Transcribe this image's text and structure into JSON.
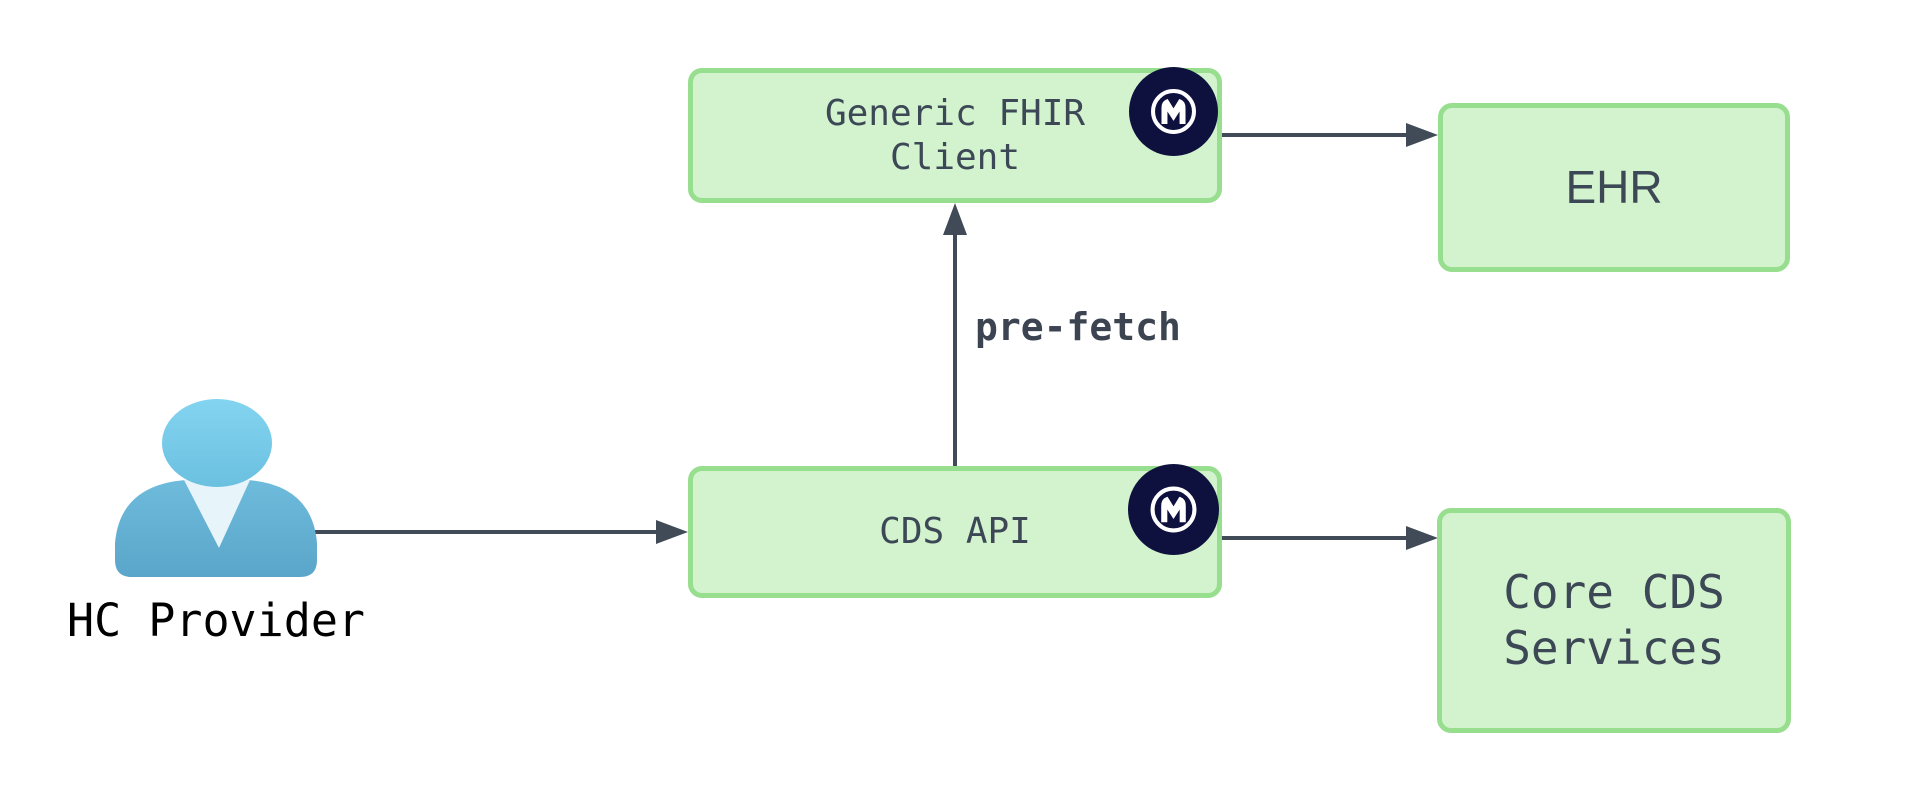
{
  "diagram": {
    "background": "#ffffff",
    "nodes": {
      "generic_fhir_client": {
        "label": "Generic FHIR\nClient",
        "has_mulesoft_badge": true
      },
      "cds_api": {
        "label": "CDS API",
        "has_mulesoft_badge": true
      },
      "ehr": {
        "label": "EHR",
        "has_mulesoft_badge": false
      },
      "core_cds_services": {
        "label": "Core CDS\nServices",
        "has_mulesoft_badge": false
      }
    },
    "actor": {
      "label": "HC Provider",
      "icon": "person-icon"
    },
    "edges": [
      {
        "from": "hc-provider",
        "to": "cds-api",
        "label": ""
      },
      {
        "from": "cds-api",
        "to": "generic-fhir-client",
        "label": "pre-fetch"
      },
      {
        "from": "generic-fhir-client",
        "to": "ehr",
        "label": ""
      },
      {
        "from": "cds-api",
        "to": "core-cds-services",
        "label": ""
      }
    ],
    "badge": {
      "icon": "mulesoft-logo-icon",
      "letter": "M"
    },
    "colors": {
      "node_fill": "#d2f3ce",
      "node_border": "#97de8f",
      "node_text": "#3c4855",
      "arrow": "#414b57",
      "edge_label_text": "#3b4450",
      "badge_bg": "#0e113e",
      "badge_fg": "#ffffff",
      "person_head": "#7ed1ef",
      "person_body": "#63b2d6",
      "person_collar": "#e7f4fa",
      "actor_text": "#000000"
    }
  }
}
